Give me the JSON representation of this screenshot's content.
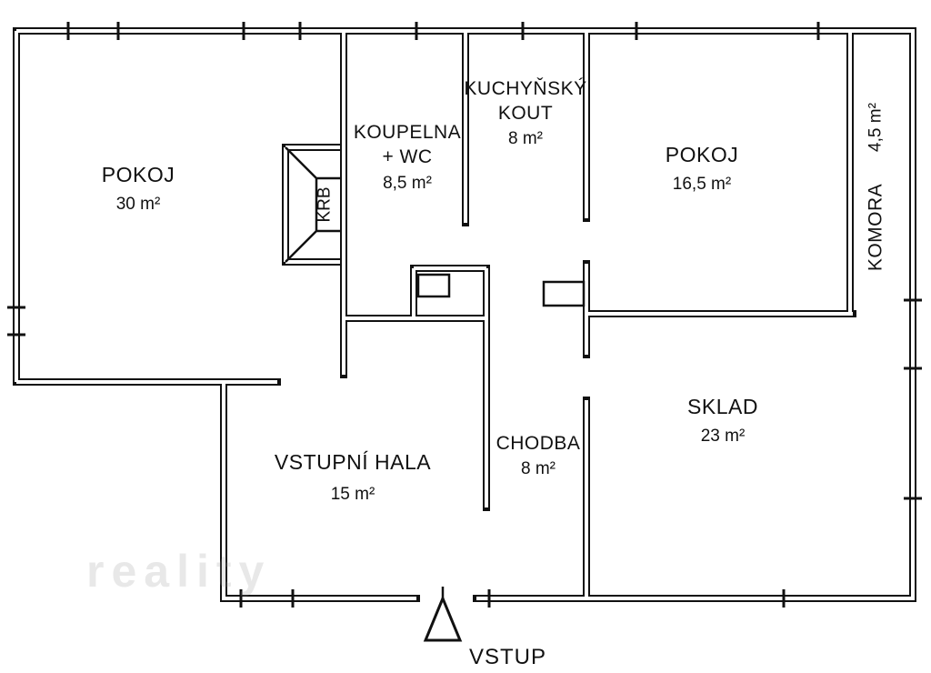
{
  "floorplan": {
    "rooms": {
      "pokoj1": {
        "name": "POKOJ",
        "area": "30 m²"
      },
      "koupelna": {
        "name": "KOUPELNA",
        "suffix": "+ WC",
        "area": "8,5 m²"
      },
      "kuchynsky_kout": {
        "name_line1": "KUCHYŇSKÝ",
        "name_line2": "KOUT",
        "area": "8 m²"
      },
      "pokoj2": {
        "name": "POKOJ",
        "area": "16,5 m²"
      },
      "komora": {
        "name": "KOMORA",
        "area": "4,5 m²"
      },
      "sklad": {
        "name": "SKLAD",
        "area": "23 m²"
      },
      "chodba": {
        "name": "CHODBA",
        "area": "8 m²"
      },
      "vstupni_hala": {
        "name": "VSTUPNÍ HALA",
        "area": "15 m²"
      }
    },
    "labels": {
      "fireplace": "KRB",
      "entrance": "VSTUP"
    },
    "watermark": "reality",
    "colors": {
      "wall": "#111111",
      "cavity": "#ffffff"
    }
  }
}
